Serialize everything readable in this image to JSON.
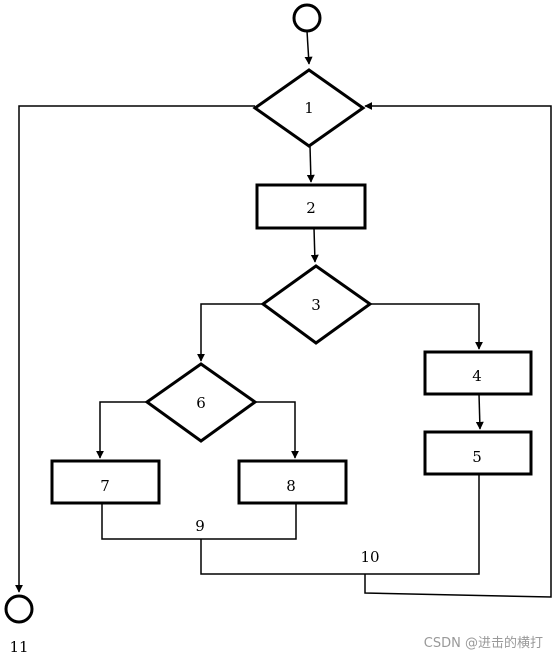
{
  "diagram": {
    "nodes": {
      "start": "",
      "n1": "1",
      "n2": "2",
      "n3": "3",
      "n4": "4",
      "n5": "5",
      "n6": "6",
      "n7": "7",
      "n8": "8",
      "end": "11"
    },
    "edge_labels": {
      "e9": "9",
      "e10": "10"
    }
  },
  "watermark": "CSDN @进击的横打"
}
